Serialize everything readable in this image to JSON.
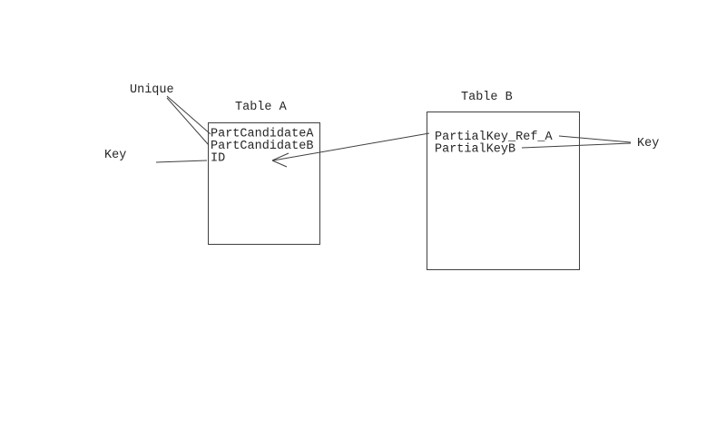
{
  "diagram": {
    "table_a": {
      "title": "Table A",
      "fields": [
        "PartCandidateA",
        "PartCandidateB",
        "ID"
      ]
    },
    "table_b": {
      "title": "Table B",
      "fields": [
        "PartialKey_Ref_A",
        "PartialKeyB"
      ]
    },
    "annotations": {
      "unique_label": "Unique",
      "key_label_left": "Key",
      "key_label_right": "Key"
    },
    "colors": {
      "background": "#ffffff",
      "line": "#3f3f3f",
      "border": "#404040",
      "text": "#262626"
    }
  }
}
